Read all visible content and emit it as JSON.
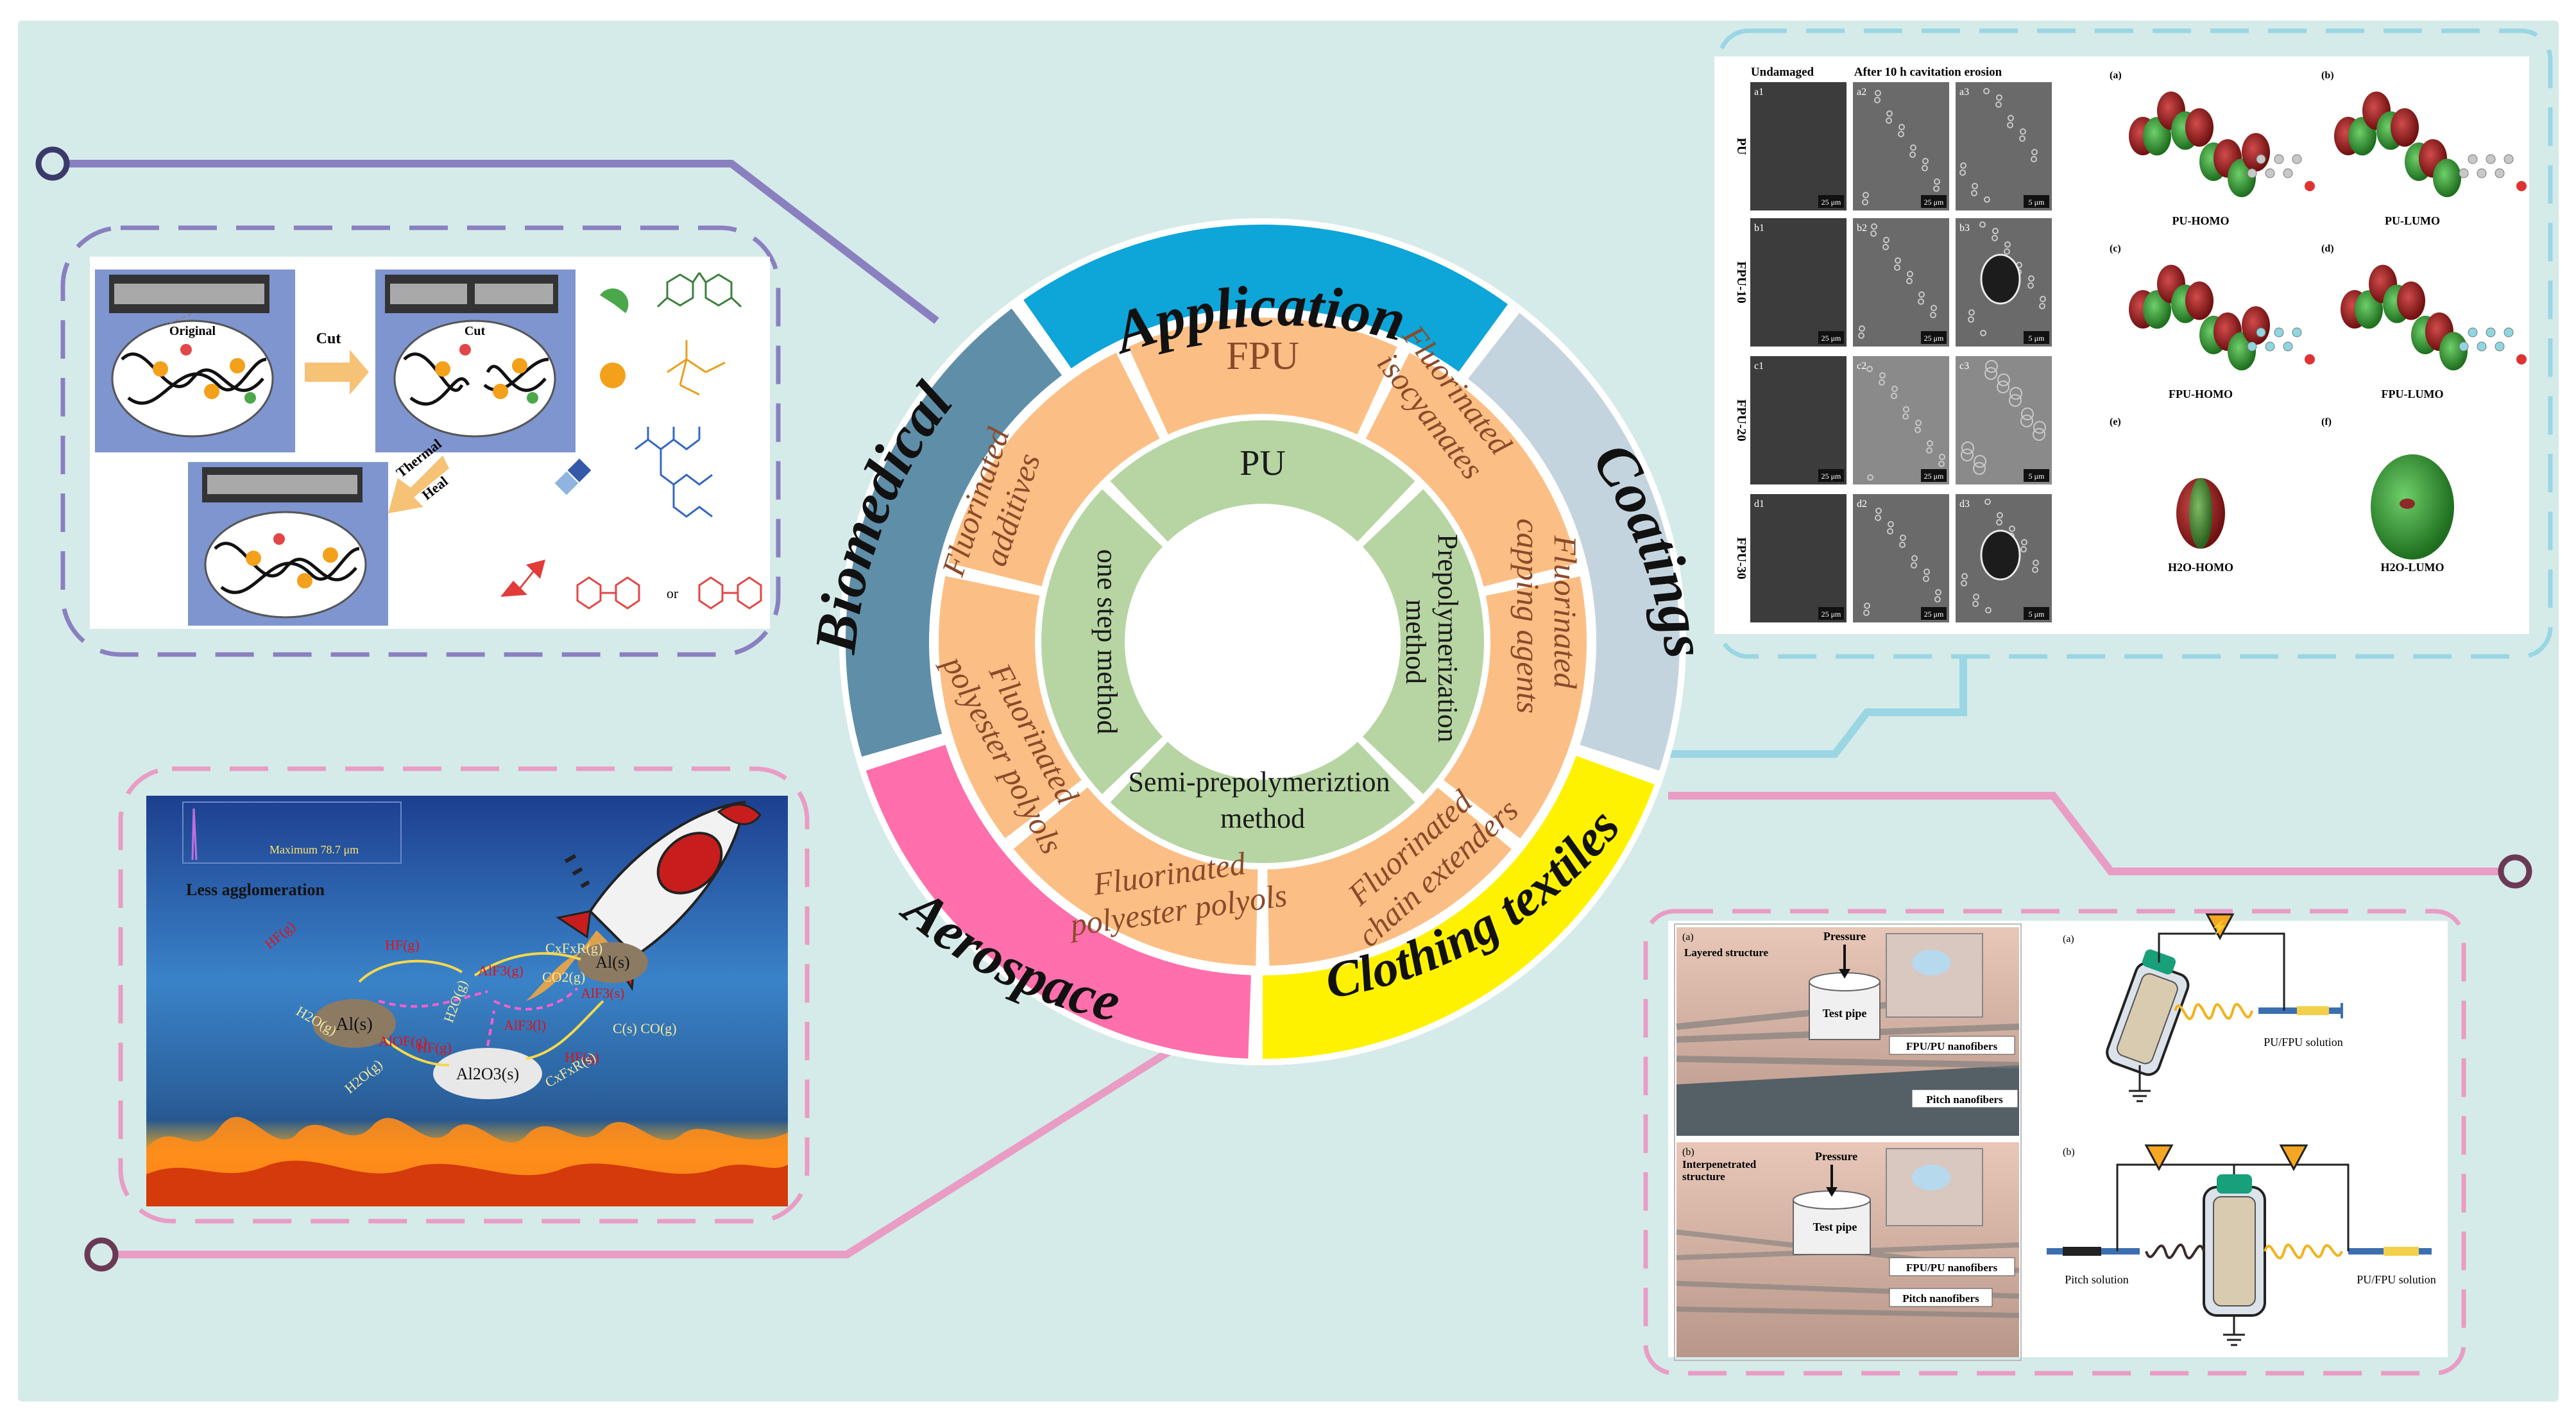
{
  "center": {
    "outer_labels": [
      "Application",
      "Coatings",
      "Clothing textiles",
      "Aerospace",
      "Biomedical"
    ],
    "middle_labels": [
      [
        "FPU"
      ],
      [
        "Fluorinated",
        "isocyanates"
      ],
      [
        "Fluorinated",
        "capping agents"
      ],
      [
        "Fluorinated",
        "chain extenders"
      ],
      [
        "Fluorinated",
        "polyester polyols"
      ],
      [
        "Fluorinated",
        "polyester polyols"
      ],
      [
        "Fluorinated",
        "additives"
      ]
    ],
    "inner_labels": [
      [
        "PU"
      ],
      [
        "Prepolymerization",
        "method"
      ],
      [
        "Semi-prepolymeriztion",
        "method"
      ],
      [
        "one step method"
      ]
    ]
  },
  "panel_biomedical": {
    "labels": {
      "original": "Original",
      "cut": "Cut",
      "cut2": "Cut",
      "thermal": "Thermal",
      "heal": "Heal",
      "or": "or"
    }
  },
  "panel_aerospace": {
    "labels": {
      "inset_text": "Maximum 78.7 μm",
      "less_agglomeration": "Less agglomeration",
      "al_s": "Al(s)",
      "al_s_right": "Al(s)",
      "al2o3": "Al2O3(s)",
      "hf_top": "HF(g)",
      "hf_left": "HF(g)",
      "hf_right": "HF(g)",
      "hf_bottom": "HF(g)",
      "alf3_1": "AlF3(g)",
      "alf3_2": "AlF3(s)",
      "alf3_3": "AlF3(l)",
      "alof": "AlOF(g)",
      "h2o_1": "H2O(g)",
      "h2o_2": "H2O(g)",
      "h2o_3": "H2O(g)",
      "co2": "CO2(g)",
      "cs_co": "C(s) CO(g)",
      "cfr_top": "CxFxR(g)",
      "cfr_bottom": "CxFxR(s)"
    }
  },
  "panel_coatings": {
    "header_undamaged": "Undamaged",
    "header_after": "After 10 h cavitation erosion",
    "row_labels": [
      "PU",
      "FPU-10",
      "FPU-20",
      "FPU-30"
    ],
    "cell_labels": [
      [
        "a1",
        "a2",
        "a3"
      ],
      [
        "b1",
        "b2",
        "b3"
      ],
      [
        "c1",
        "c2",
        "c3"
      ],
      [
        "d1",
        "d2",
        "d3"
      ]
    ],
    "scale_labels": [
      "25 μm",
      "25 μm",
      "5 μm"
    ],
    "orbitals": [
      {
        "tag": "(a)",
        "name": "PU-HOMO"
      },
      {
        "tag": "(b)",
        "name": "PU-LUMO"
      },
      {
        "tag": "(c)",
        "name": "FPU-HOMO"
      },
      {
        "tag": "(d)",
        "name": "FPU-LUMO"
      },
      {
        "tag": "(e)",
        "name": "H2O-HOMO"
      },
      {
        "tag": "(f)",
        "name": "H2O-LUMO"
      }
    ]
  },
  "panel_textiles": {
    "left_top": {
      "tag": "(a)",
      "structure": "Layered structure",
      "pressure": "Pressure",
      "pipe": "Test pipe",
      "fiber1": "FPU/PU nanofibers",
      "fiber2": "Pitch nanofibers"
    },
    "left_bottom": {
      "tag": "(b)",
      "structure": "Interpenetrated structure",
      "pressure": "Pressure",
      "pipe": "Test pipe",
      "fiber1": "FPU/PU nanofibers",
      "fiber2": "Pitch nanofibers"
    },
    "right_top": {
      "tag": "(a)",
      "solution": "PU/FPU solution"
    },
    "right_bottom": {
      "tag": "(b)",
      "pitch": "Pitch solution",
      "solution": "PU/FPU solution"
    }
  },
  "colors": {
    "background": "#d5ebe9",
    "application": "#0ea5d8",
    "coatings": "#c4d4de",
    "textiles": "#fff200",
    "aerospace": "#ff6fab",
    "biomedical": "#5f8ea8",
    "middle_ring": "#fbbf85",
    "middle_text": "#8b4a2a",
    "inner_ring": "#b6d5a2",
    "purple_line": "#8a80c0",
    "cyan_line": "#9ad6e4",
    "pink_line": "#e99cc4"
  }
}
